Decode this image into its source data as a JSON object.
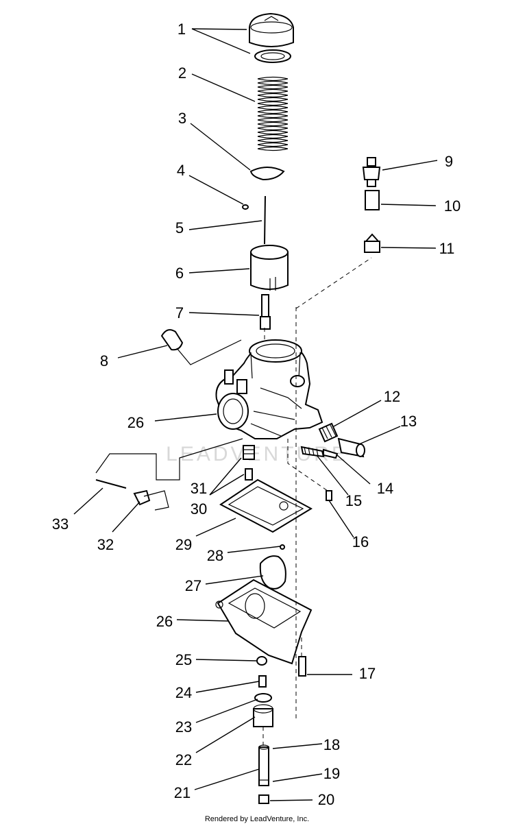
{
  "callouts": [
    "1",
    "2",
    "3",
    "4",
    "5",
    "6",
    "7",
    "8",
    "9",
    "10",
    "11",
    "12",
    "13",
    "14",
    "15",
    "16",
    "17",
    "18",
    "19",
    "20",
    "21",
    "22",
    "23",
    "24",
    "25",
    "26",
    "27",
    "28",
    "29",
    "30",
    "31",
    "32",
    "33"
  ],
  "footer": "Rendered by LeadVenture, Inc.",
  "watermark": "LEADVENTURE"
}
